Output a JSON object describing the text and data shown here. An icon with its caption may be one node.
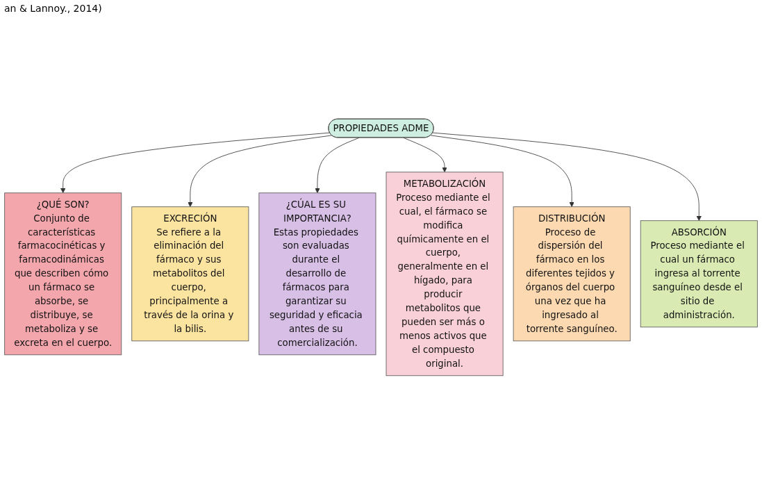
{
  "diagram": {
    "nodes": [
      {
        "text": [
          "PROPIEDADES ADME"
        ]
      },
      {
        "text": [
          "¿QUÉ SON?",
          "Conjunto de características farmacocinéticas y farmacodinámicas que describen cómo un fármaco se absorbe, se distribuye, se metaboliza y se excreta en el cuerpo."
        ]
      },
      {
        "text": [
          "EXCRECIÓN",
          "Se refiere a la eliminación del fármaco y sus metabolitos del cuerpo, principalmente a través de la orina y la bilis."
        ]
      },
      {
        "text": [
          "¿CÚAL ES SU IMPORTANCIA?",
          "Estas propiedades son evaluadas durante el desarrollo de fármacos para garantizar su seguridad y eficacia antes de su comercialización."
        ]
      },
      {
        "text": [
          "METABOLIZACIÓN",
          "Proceso mediante el cual, el fármaco se modifica químicamente en el cuerpo, generalmente en el hígado, para producir metabolitos que pueden ser más o menos activos que el compuesto original."
        ]
      },
      {
        "text": [
          "DISTRIBUCIÓN",
          "Proceso de dispersión del fármaco en los diferentes tejidos y órganos del cuerpo una vez que ha ingresado al torrente sanguíneo."
        ]
      },
      {
        "text": [
          "ABSORCIÓN",
          "Proceso mediante el cual un fármaco ingresa al torrente sanguíneo desde el sitio de administración."
        ]
      }
    ],
    "edges": [
      {
        "from": 0,
        "to": 1,
        "arrow": "to"
      },
      {
        "from": 0,
        "to": 2,
        "arrow": "to"
      },
      {
        "from": 0,
        "to": 3,
        "arrow": "to"
      },
      {
        "from": 0,
        "to": 4,
        "arrow": "to"
      },
      {
        "from": 0,
        "to": 5,
        "arrow": "to"
      },
      {
        "from": 0,
        "to": 6,
        "arrow": "to"
      }
    ],
    "labels": [
      "an & Lannoy., 2014)"
    ]
  }
}
